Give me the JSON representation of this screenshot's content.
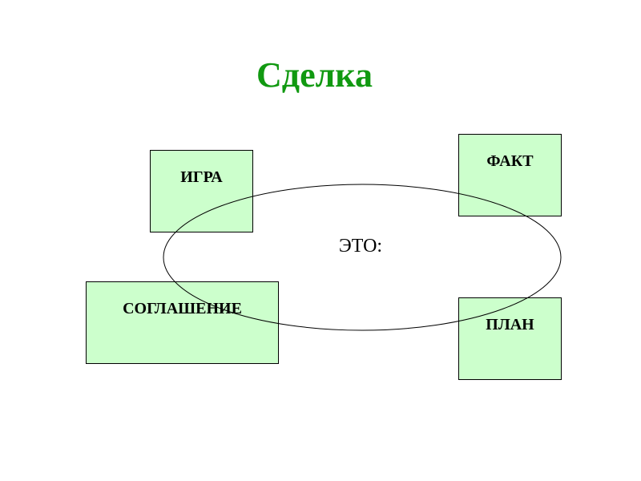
{
  "slide": {
    "title": "Сделка",
    "center_label": "ЭТО:",
    "boxes": {
      "igra": "ИГРА",
      "fakt": "ФАКТ",
      "soglashenie": "СОГЛАШЕНИЕ",
      "plan": "ПЛАН"
    }
  },
  "colors": {
    "title": "#119911",
    "box_fill": "#ccffcc",
    "stroke": "#000000"
  }
}
